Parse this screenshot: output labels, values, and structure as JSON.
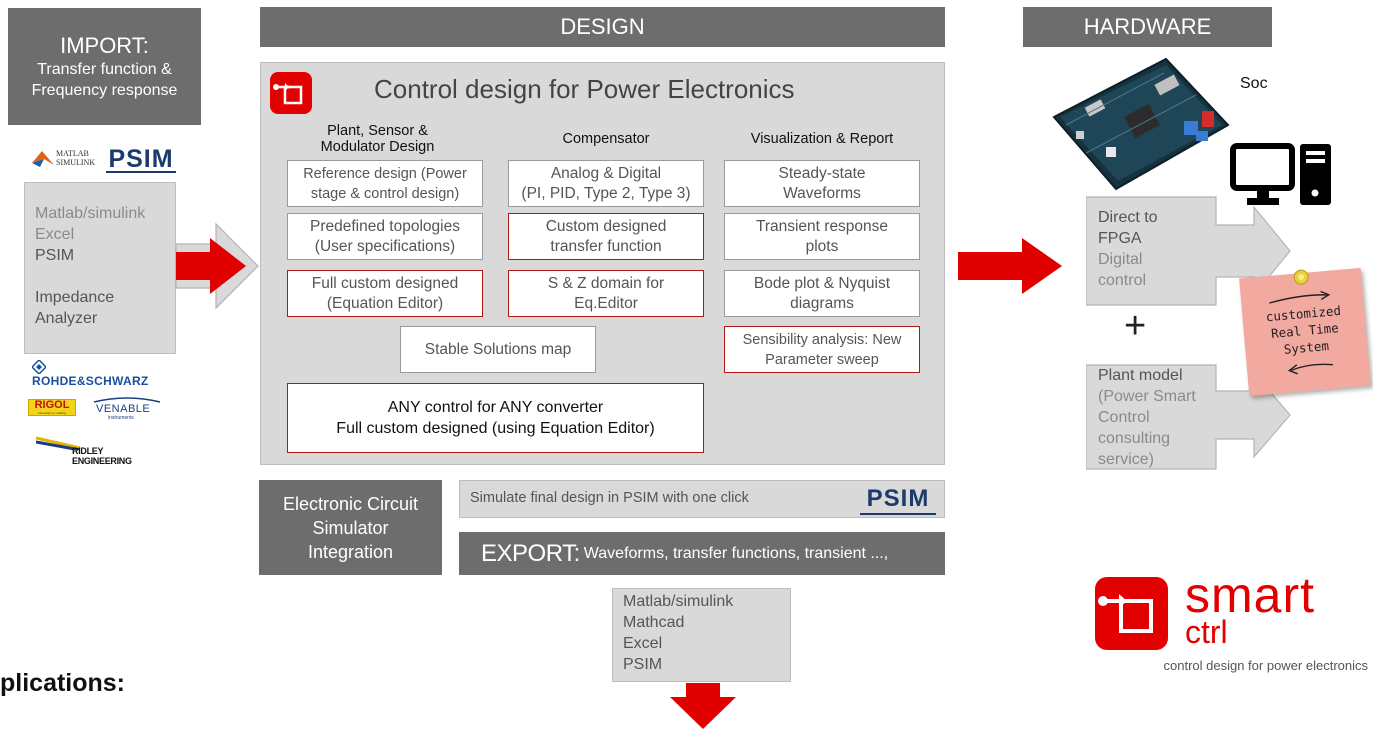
{
  "import": {
    "title": "IMPORT:",
    "line1": "Transfer function &",
    "line2": "Frequency response"
  },
  "import_tools": {
    "matlab_logo_line1": "MATLAB",
    "matlab_logo_line2": "SIMULINK",
    "psim_logo": "PSIM"
  },
  "import_list": {
    "item1": "Matlab/simulink",
    "item2": "Excel",
    "item3": "PSIM",
    "item4": "Impedance",
    "item5": "Analyzer"
  },
  "vendors": {
    "rohde": "ROHDE&SCHWARZ",
    "rigol": "RIGOL",
    "rigol_sub": "Innovation or nothing",
    "venable": "VENABLE",
    "venable_sub": "instruments",
    "ridley": "RIDLEY ENGINEERING"
  },
  "design": {
    "header": "DESIGN",
    "title": "Control design for Power Electronics",
    "col1_header_l1": "Plant, Sensor &",
    "col1_header_l2": "Modulator Design",
    "col2_header": "Compensator",
    "col3_header": "Visualization & Report",
    "col1": [
      {
        "l1": "Reference design (Power",
        "l2": "stage & control design)"
      },
      {
        "l1": "Predefined topologies",
        "l2": "(User specifications)"
      },
      {
        "l1": "Full custom designed",
        "l2": "(Equation Editor)"
      }
    ],
    "col2": [
      {
        "l1": "Analog & Digital",
        "l2": "(PI, PID, Type 2, Type 3)"
      },
      {
        "l1": "Custom designed",
        "l2": "transfer function"
      },
      {
        "l1": "S & Z domain for",
        "l2": "Eq.Editor"
      }
    ],
    "col3": [
      {
        "l1": "Steady-state",
        "l2": "Waveforms"
      },
      {
        "l1": "Transient response",
        "l2": "plots"
      },
      {
        "l1": "Bode plot & Nyquist",
        "l2": "diagrams"
      },
      {
        "l1": "Sensibility analysis: New",
        "l2": "Parameter sweep"
      }
    ],
    "stable": "Stable Solutions map",
    "any_l1": "ANY control for ANY converter",
    "any_l2": "Full custom designed (using Equation Editor)"
  },
  "simulator": {
    "l1": "Electronic Circuit",
    "l2": "Simulator",
    "l3": "Integration"
  },
  "simulate": {
    "text": "Simulate final design in PSIM with one click",
    "logo": "PSIM"
  },
  "export": {
    "title": "EXPORT:",
    "text": "Waveforms, transfer functions, transient ...,"
  },
  "export_list": {
    "item1": "Matlab/simulink",
    "item2": "Mathcad",
    "item3": "Excel",
    "item4": "PSIM"
  },
  "applications": "plications:",
  "hardware": {
    "header": "HARDWARE",
    "soc": "Soc",
    "fpga": {
      "l1": "Direct to",
      "l2": "FPGA",
      "l3": "Digital",
      "l4": "control"
    },
    "plus": "+",
    "plant": {
      "l1": "Plant model",
      "l2": "(Power Smart",
      "l3": "Control",
      "l4": "consulting",
      "l5": "service)"
    },
    "note": {
      "l1": "customized",
      "l2": "Real Time",
      "l3": "System"
    }
  },
  "brand": {
    "smart": "smart",
    "ctrl": "ctrl",
    "tagline": "control design for power electronics"
  },
  "colors": {
    "red": "#e00000",
    "dark_grey": "#6d6d6d",
    "light_grey": "#d9d9d9",
    "note": "#f1a9a0"
  }
}
